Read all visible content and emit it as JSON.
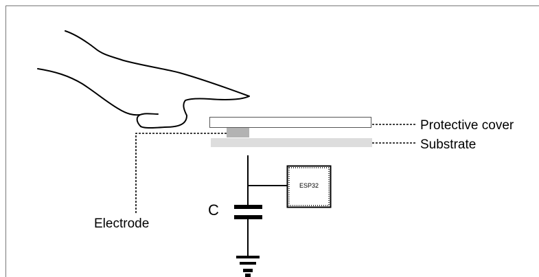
{
  "labels": {
    "protective_cover": "Protective cover",
    "substrate": "Substrate",
    "electrode": "Electrode",
    "capacitor": "C",
    "chip": "ESP32"
  },
  "colors": {
    "line": "#000000",
    "frame": "#777777",
    "cover_stroke": "#555555",
    "substrate_fill": "#dddddd",
    "electrode_fill": "#b3b3b3"
  }
}
